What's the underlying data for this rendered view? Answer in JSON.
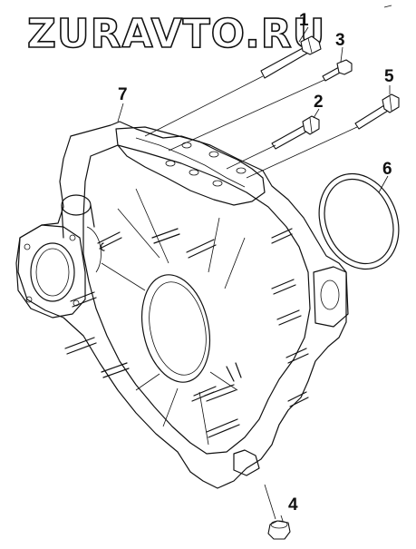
{
  "watermark": "ZURAVTO.RU",
  "callouts": [
    {
      "id": "1",
      "label": "1"
    },
    {
      "id": "2",
      "label": "2"
    },
    {
      "id": "3",
      "label": "3"
    },
    {
      "id": "4",
      "label": "4"
    },
    {
      "id": "5",
      "label": "5"
    },
    {
      "id": "6",
      "label": "6"
    },
    {
      "id": "7",
      "label": "7"
    }
  ],
  "colors": {
    "line": "#111111",
    "background": "#ffffff"
  }
}
